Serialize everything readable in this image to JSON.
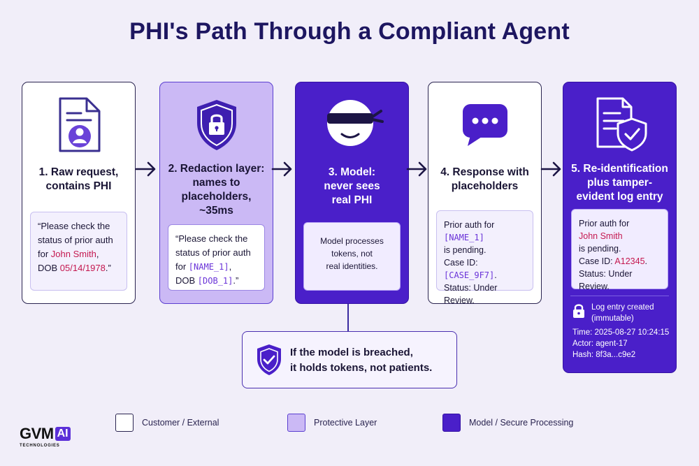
{
  "title": "PHI's Path Through a Compliant Agent",
  "steps": [
    {
      "title_lines": [
        "1. Raw request,",
        "contains PHI"
      ],
      "box_lines": [
        [
          {
            "t": "“Please check the"
          }
        ],
        [
          {
            "t": "status of prior auth"
          }
        ],
        [
          {
            "t": "for "
          },
          {
            "t": "John Smith",
            "c": "phi"
          },
          {
            "t": ","
          }
        ],
        [
          {
            "t": "DOB "
          },
          {
            "t": "05/14/1978",
            "c": "phi"
          },
          {
            "t": ".”"
          }
        ]
      ]
    },
    {
      "title_lines": [
        "2. Redaction layer:",
        "names to",
        "placeholders,",
        "~35ms"
      ],
      "box_lines": [
        [
          {
            "t": "“Please check the"
          }
        ],
        [
          {
            "t": "status of prior auth"
          }
        ],
        [
          {
            "t": "for "
          },
          {
            "t": "[NAME_1]",
            "c": "token"
          },
          {
            "t": ","
          }
        ],
        [
          {
            "t": "DOB "
          },
          {
            "t": "[DOB_1]",
            "c": "token"
          },
          {
            "t": ".”"
          }
        ]
      ]
    },
    {
      "title_lines": [
        "3. Model:",
        "never sees",
        "real PHI"
      ],
      "box_lines": [
        [
          {
            "t": "Model processes"
          }
        ],
        [
          {
            "t": "tokens, not"
          }
        ],
        [
          {
            "t": "real identities."
          }
        ]
      ]
    },
    {
      "title_lines": [
        "4. Response with",
        "placeholders"
      ],
      "box_lines": [
        [
          {
            "t": "Prior auth for"
          }
        ],
        [
          {
            "t": "[NAME_1]",
            "c": "token"
          }
        ],
        [
          {
            "t": "is pending."
          }
        ],
        [
          {
            "t": "Case ID: "
          },
          {
            "t": "[CASE_9F7]",
            "c": "token"
          },
          {
            "t": "."
          }
        ],
        [
          {
            "t": "Status: Under Review."
          }
        ]
      ]
    },
    {
      "title_lines": [
        "5. Re-identification",
        "plus tamper-",
        "evident log entry"
      ],
      "box_lines": [
        [
          {
            "t": "Prior auth for"
          }
        ],
        [
          {
            "t": "John Smith",
            "c": "phi"
          }
        ],
        [
          {
            "t": "is pending."
          }
        ],
        [
          {
            "t": "Case ID: "
          },
          {
            "t": "A12345",
            "c": "phi"
          },
          {
            "t": "."
          }
        ],
        [
          {
            "t": "Status: Under Review."
          }
        ]
      ]
    }
  ],
  "log": {
    "icon": "lock-icon",
    "heading": "Log entry created",
    "subheading": "(immutable)",
    "time": "Time: 2025-08-27 10:24:15",
    "actor": "Actor: agent-17",
    "hash": "Hash: 8f3a...c9e2"
  },
  "note": {
    "icon": "shield-check-icon",
    "line1": "If the model is breached,",
    "line2": "it holds tokens, not patients."
  },
  "legend": [
    {
      "label": "Customer / External",
      "color": "#ffffff"
    },
    {
      "label": "Protective Layer",
      "color": "#cbb9f5"
    },
    {
      "label": "Model / Secure Processing",
      "color": "#4a1fc9"
    }
  ],
  "logo": {
    "brand": "GVM",
    "badge": "AI",
    "tagline": "TECHNOLOGIES"
  },
  "colors": {
    "phi": "#c4174f",
    "token": "#6a33d8",
    "protective": "#cbb9f5",
    "secure": "#4a1fc9",
    "title": "#1d1660"
  }
}
